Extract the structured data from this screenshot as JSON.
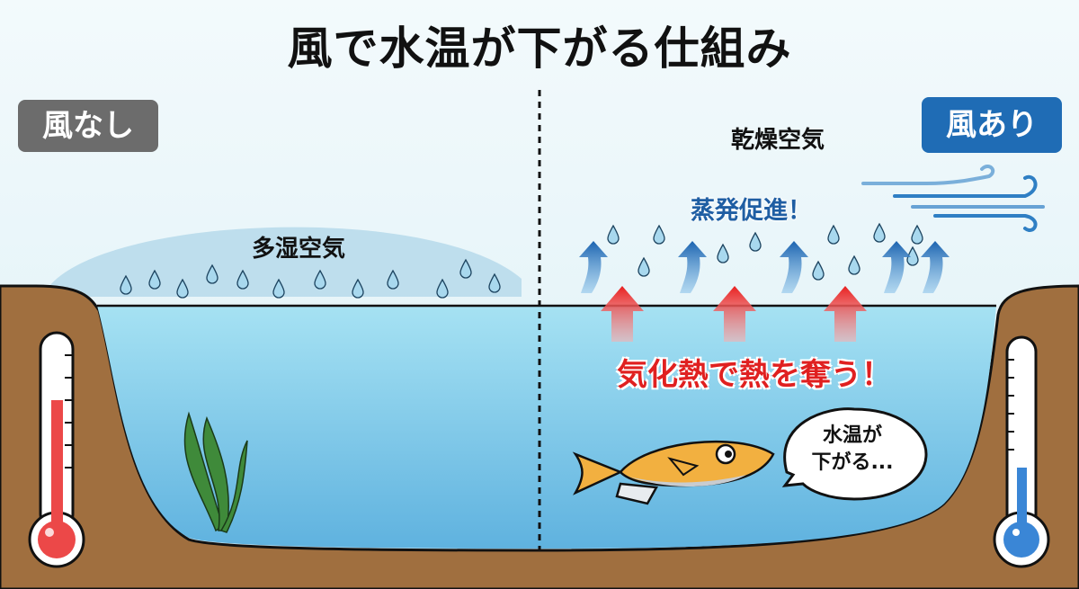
{
  "title": "風で水温が下がる仕組み",
  "left_panel": {
    "badge": "風なし",
    "air_label": "多湿空気"
  },
  "right_panel": {
    "badge": "風あり",
    "air_label": "乾燥空気",
    "evaporation_label": "蒸発促進！",
    "heat_label": "気化熱で熱を奪う！",
    "fish_speech_line1": "水温が",
    "fish_speech_line2": "下がる..."
  },
  "colors": {
    "sky": "#eaf6fa",
    "water": "#8fd6ee",
    "ground": "#a06f3f",
    "wind_badge": "#1f6cb5",
    "no_wind_badge": "#6c6c6c",
    "hot": "#e53030",
    "cold": "#3a86d6"
  }
}
